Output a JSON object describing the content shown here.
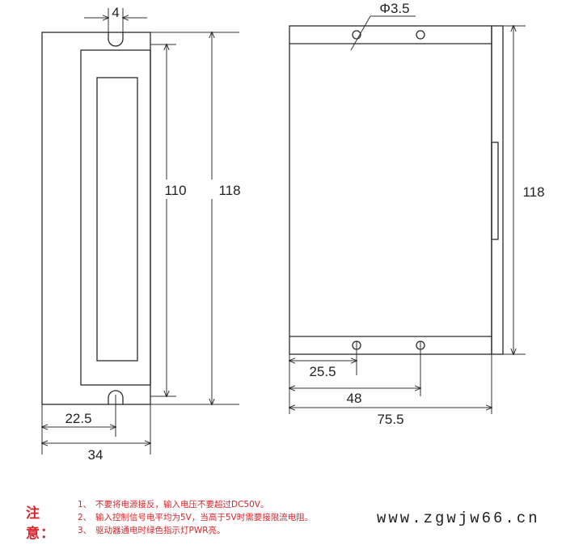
{
  "dimensions": {
    "left_view": {
      "slot_width": "4",
      "inner_height": "110",
      "total_height": "118",
      "slot_offset": "22.5",
      "total_width": "34"
    },
    "right_view": {
      "hole_diameter": "Φ3.5",
      "total_height": "118",
      "hole_offset": "25.5",
      "hole_spacing": "48",
      "total_width": "75.5"
    }
  },
  "notes": {
    "title": "注意：",
    "items": [
      {
        "num": "1、",
        "text": "不要将电源接反，输入电压不要超过DC50V。"
      },
      {
        "num": "2、",
        "text": "输入控制信号电平均为5V，当高于5V时需要接限流电阻。"
      },
      {
        "num": "3、",
        "text": "驱动器通电时绿色指示灯PWR亮。"
      }
    ]
  },
  "watermark": "www.zgwjw66.cn",
  "colors": {
    "note_text": "#d8232a",
    "line": "#2a2a2a"
  }
}
